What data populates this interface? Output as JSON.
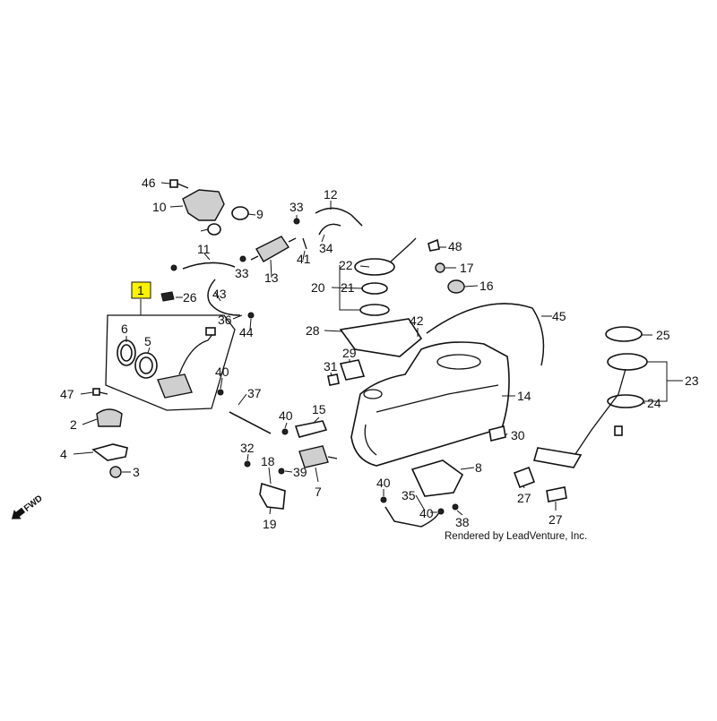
{
  "diagram": {
    "highlighted_callout": "1",
    "callouts": [
      "46",
      "10",
      "9",
      "12",
      "33",
      "33",
      "11",
      "34",
      "41",
      "48",
      "17",
      "22",
      "13",
      "21",
      "20",
      "16",
      "1",
      "26",
      "43",
      "36",
      "44",
      "45",
      "42",
      "28",
      "25",
      "6",
      "5",
      "31",
      "29",
      "23",
      "14",
      "24",
      "40",
      "47",
      "37",
      "2",
      "40",
      "15",
      "30",
      "4",
      "3",
      "32",
      "18",
      "39",
      "8",
      "7",
      "40",
      "35",
      "38",
      "27",
      "27",
      "19",
      "40"
    ],
    "orientation_label": "FWD",
    "credit": "Rendered by LeadVenture, Inc."
  }
}
